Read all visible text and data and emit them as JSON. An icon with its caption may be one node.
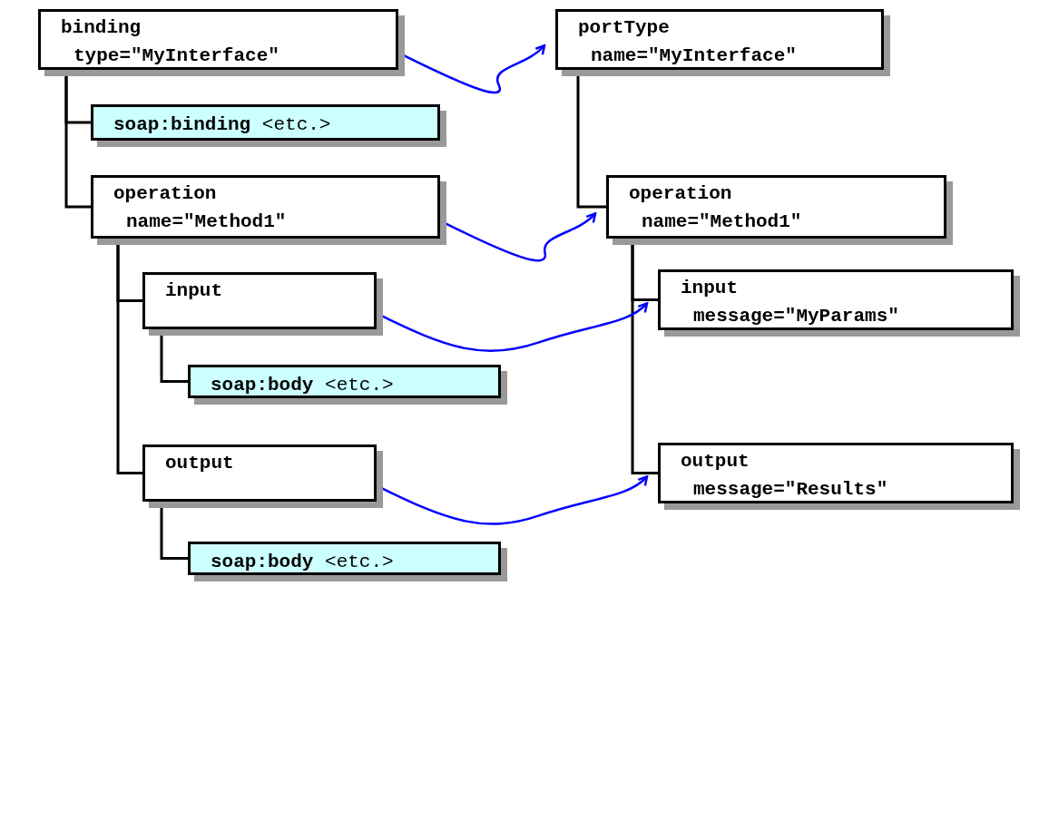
{
  "diagram": {
    "nodes": [
      {
        "text": [
          "binding",
          "type=\"MyInterface\""
        ]
      },
      {
        "text": [
          "**soap:binding** <etc.>"
        ]
      },
      {
        "text": [
          "operation",
          "name=\"Method1\""
        ]
      },
      {
        "text": [
          "input"
        ]
      },
      {
        "text": [
          "**soap:body** <etc.>"
        ]
      },
      {
        "text": [
          "output"
        ]
      },
      {
        "text": [
          "**soap:body** <etc.>"
        ]
      },
      {
        "text": [
          "portType",
          "name=\"MyInterface\""
        ]
      },
      {
        "text": [
          "operation",
          "name=\"Method1\""
        ]
      },
      {
        "text": [
          "input",
          "message=\"MyParams\""
        ]
      },
      {
        "text": [
          "output",
          "message=\"Results\""
        ]
      }
    ],
    "edges": [
      {
        "from": 0,
        "to": 1,
        "arrow": "none"
      },
      {
        "from": 0,
        "to": 2,
        "arrow": "none"
      },
      {
        "from": 2,
        "to": 3,
        "arrow": "none"
      },
      {
        "from": 3,
        "to": 4,
        "arrow": "none"
      },
      {
        "from": 2,
        "to": 5,
        "arrow": "none"
      },
      {
        "from": 5,
        "to": 6,
        "arrow": "none"
      },
      {
        "from": 7,
        "to": 8,
        "arrow": "none"
      },
      {
        "from": 8,
        "to": 9,
        "arrow": "none"
      },
      {
        "from": 8,
        "to": 10,
        "arrow": "none"
      },
      {
        "from": 0,
        "to": 7,
        "arrow": "to",
        "color": "#0000ff"
      },
      {
        "from": 2,
        "to": 8,
        "arrow": "to",
        "color": "#0000ff"
      },
      {
        "from": 3,
        "to": 9,
        "arrow": "to",
        "color": "#0000ff"
      },
      {
        "from": 5,
        "to": 10,
        "arrow": "to",
        "color": "#0000ff"
      }
    ]
  }
}
